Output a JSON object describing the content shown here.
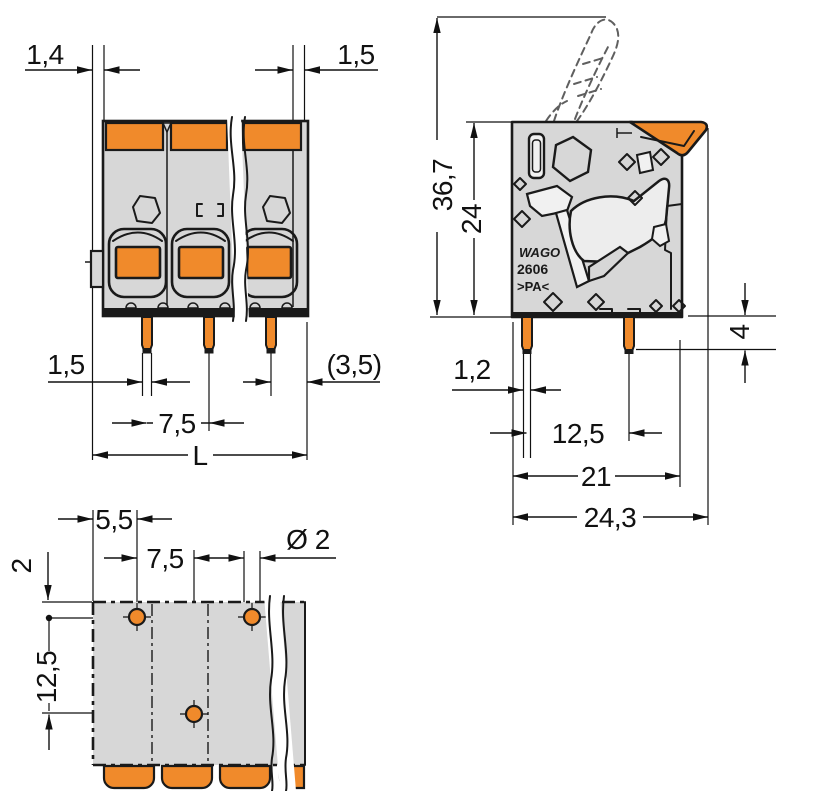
{
  "drawing_type": "terminal-block-dimension-drawing",
  "colors": {
    "orange": "#F08A2B",
    "body_gray": "#D7D7D7",
    "outline": "#1A1A1A"
  },
  "front_view": {
    "left_edge_gap": "1,4",
    "right_edge_gap": "1,5",
    "pin_width": "1,5",
    "pin_pitch": "7,5",
    "end_clearance": "(3,5)",
    "overall_length": "L"
  },
  "side_view": {
    "open_lever_height": "36,7",
    "body_height": "24",
    "pin_length": "4",
    "pin_thickness": "1,2",
    "pin_spacing": "12,5",
    "body_depth": "21",
    "overall_depth": "24,3",
    "markings": {
      "brand": "WAGO",
      "series": "2606",
      "material": ">PA<"
    }
  },
  "bottom_view": {
    "edge_to_hole": "5,5",
    "hole_pitch": "7,5",
    "hole_diameter": "Ø 2",
    "top_edge_to_row": "2",
    "row_spacing": "12,5"
  }
}
